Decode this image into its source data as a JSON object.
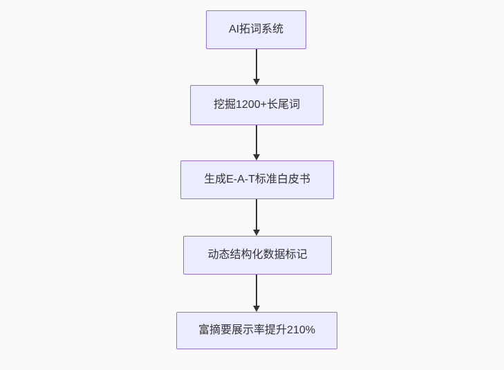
{
  "diagram": {
    "type": "flowchart-top-down",
    "nodes": [
      {
        "label": "AI拓词系统"
      },
      {
        "label": "挖掘1200+长尾词"
      },
      {
        "label": "生成E-A-T标准白皮书"
      },
      {
        "label": "动态结构化数据标记"
      },
      {
        "label": "富摘要展示率提升210%"
      }
    ],
    "edges": [
      {
        "from": 0,
        "to": 1
      },
      {
        "from": 1,
        "to": 2
      },
      {
        "from": 2,
        "to": 3
      },
      {
        "from": 3,
        "to": 4
      }
    ],
    "colors": {
      "node_fill": "#ececff",
      "node_border": "#9370db",
      "arrow": "#333333",
      "text": "#333333",
      "background": "#fafafa"
    }
  }
}
